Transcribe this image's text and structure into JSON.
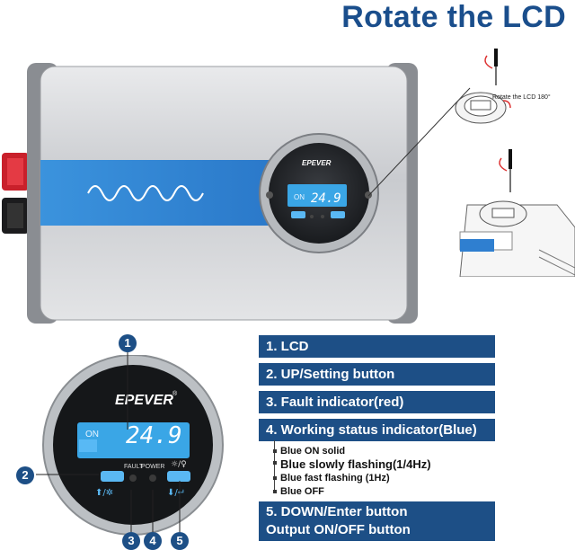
{
  "title": "Rotate the LCD",
  "diagram": {
    "rotate_note": "Rotate the LCD 180°",
    "icons": [
      "screwdriver-icon",
      "rotate-arrow-icon"
    ]
  },
  "device": {
    "brand": "EPEVER",
    "lcd_status": "ON",
    "lcd_value": "24.9",
    "fault_label": "FAULT",
    "power_label": "POWER"
  },
  "legend": {
    "items": [
      {
        "text": "1. LCD"
      },
      {
        "text": "2. UP/Setting button"
      },
      {
        "text": "3. Fault indicator(red)"
      },
      {
        "text": "4. Working status indicator(Blue)"
      }
    ],
    "status_notes": [
      "Blue ON solid",
      "Blue slowly flashing(1/4Hz)",
      "Blue fast flashing (1Hz)",
      "Blue OFF"
    ],
    "item5_line1": "5. DOWN/Enter button",
    "item5_line2": "Output ON/OFF button"
  },
  "callouts": [
    "1",
    "2",
    "3",
    "4",
    "5"
  ],
  "colors": {
    "title": "#1a4e8c",
    "legend_bar": "#1d4f86",
    "lcd_backlight": "#3aa6e6",
    "accent_stripe": "#2f86d8"
  }
}
